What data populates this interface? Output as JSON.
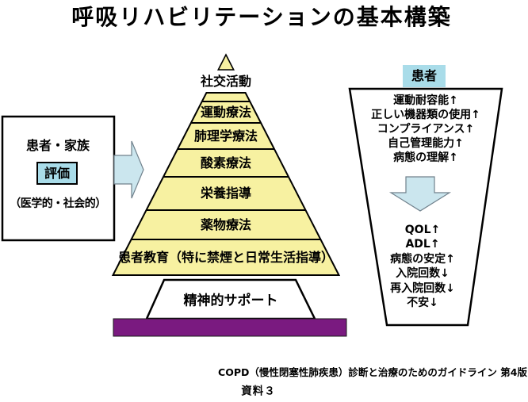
{
  "title": "呼吸リハビリテーションの基本構築",
  "colors": {
    "pyramid_yellow": "#f7f1a1",
    "arrow_blue": "#cbe6ee",
    "badge_cyan": "#a9dce9",
    "base_purple": "#7a1a80",
    "panel_white": "#ffffff"
  },
  "left_panel": {
    "group_label": "患者・家族",
    "badge_label": "評価",
    "scope_label": "（医学的・社会的）"
  },
  "pyramid": {
    "top_label": "社交活動",
    "levels": [
      "運動療法",
      "肺理学療法",
      "酸素療法",
      "栄養指導",
      "薬物療法",
      "患者教育（特に禁煙と日常生活指導）"
    ]
  },
  "support_label": "精神的サポート",
  "funnel": {
    "header": "患者",
    "immediate_outcomes": [
      "運動耐容能↑",
      "正しい機器類の使用↑",
      "コンプライアンス↑",
      "自己管理能力↑",
      "病態の理解↑"
    ],
    "final_outcomes": [
      "QOL↑",
      "ADL↑",
      "病態の安定↑",
      "入院回数↓",
      "再入院回数↓",
      "不安↓"
    ]
  },
  "footer": {
    "source": "COPD（慢性閉塞性肺疾患）診断と治療のためのガイドライン 第4版",
    "reference": "資料３"
  }
}
